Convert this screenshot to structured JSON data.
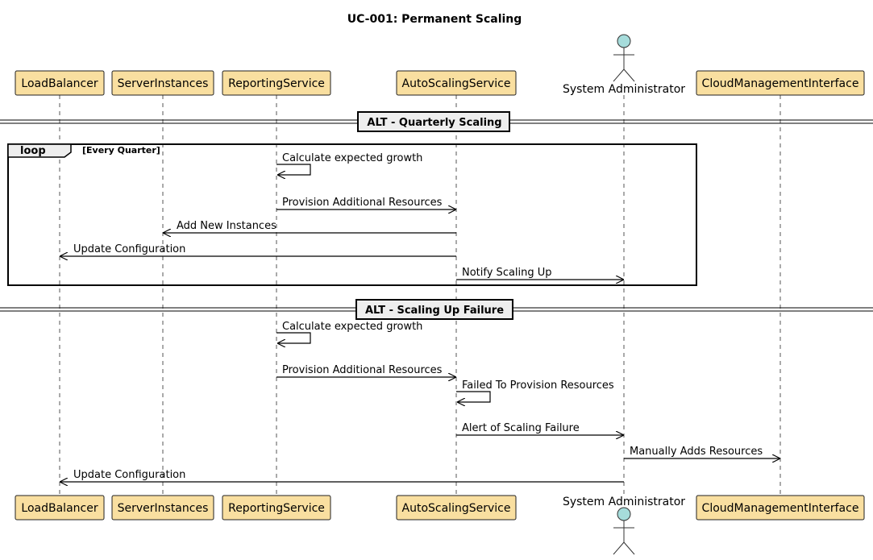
{
  "diagram": {
    "title": "UC-001: Permanent Scaling",
    "colors": {
      "participant_fill": "#F9DFA0",
      "actor_fill": "#A6DCDB",
      "divider_fill": "#EEEEEE",
      "loop_tab_fill": "#EEEEEE"
    },
    "participants": [
      {
        "id": "lb",
        "label": "LoadBalancer",
        "kind": "participant"
      },
      {
        "id": "si",
        "label": "ServerInstances",
        "kind": "participant"
      },
      {
        "id": "rs",
        "label": "ReportingService",
        "kind": "participant"
      },
      {
        "id": "as",
        "label": "AutoScalingService",
        "kind": "participant"
      },
      {
        "id": "adm",
        "label": "System Administrator",
        "kind": "actor"
      },
      {
        "id": "cmi",
        "label": "CloudManagementInterface",
        "kind": "participant"
      }
    ],
    "dividers": [
      {
        "label": "ALT - Quarterly Scaling"
      },
      {
        "label": "ALT - Scaling Up Failure"
      }
    ],
    "loop": {
      "keyword": "loop",
      "condition": "[Every Quarter]"
    },
    "messages": [
      {
        "from": "rs",
        "to": "rs",
        "label": "Calculate expected growth"
      },
      {
        "from": "rs",
        "to": "as",
        "label": "Provision Additional Resources"
      },
      {
        "from": "as",
        "to": "si",
        "label": "Add New Instances"
      },
      {
        "from": "as",
        "to": "lb",
        "label": "Update Configuration"
      },
      {
        "from": "as",
        "to": "adm",
        "label": "Notify Scaling Up"
      },
      {
        "from": "rs",
        "to": "rs",
        "label": "Calculate expected growth"
      },
      {
        "from": "rs",
        "to": "as",
        "label": "Provision Additional Resources"
      },
      {
        "from": "as",
        "to": "as",
        "label": "Failed To Provision Resources"
      },
      {
        "from": "as",
        "to": "adm",
        "label": "Alert of Scaling Failure"
      },
      {
        "from": "adm",
        "to": "cmi",
        "label": "Manually Adds Resources"
      },
      {
        "from": "adm",
        "to": "lb",
        "label": "Update Configuration"
      }
    ]
  }
}
